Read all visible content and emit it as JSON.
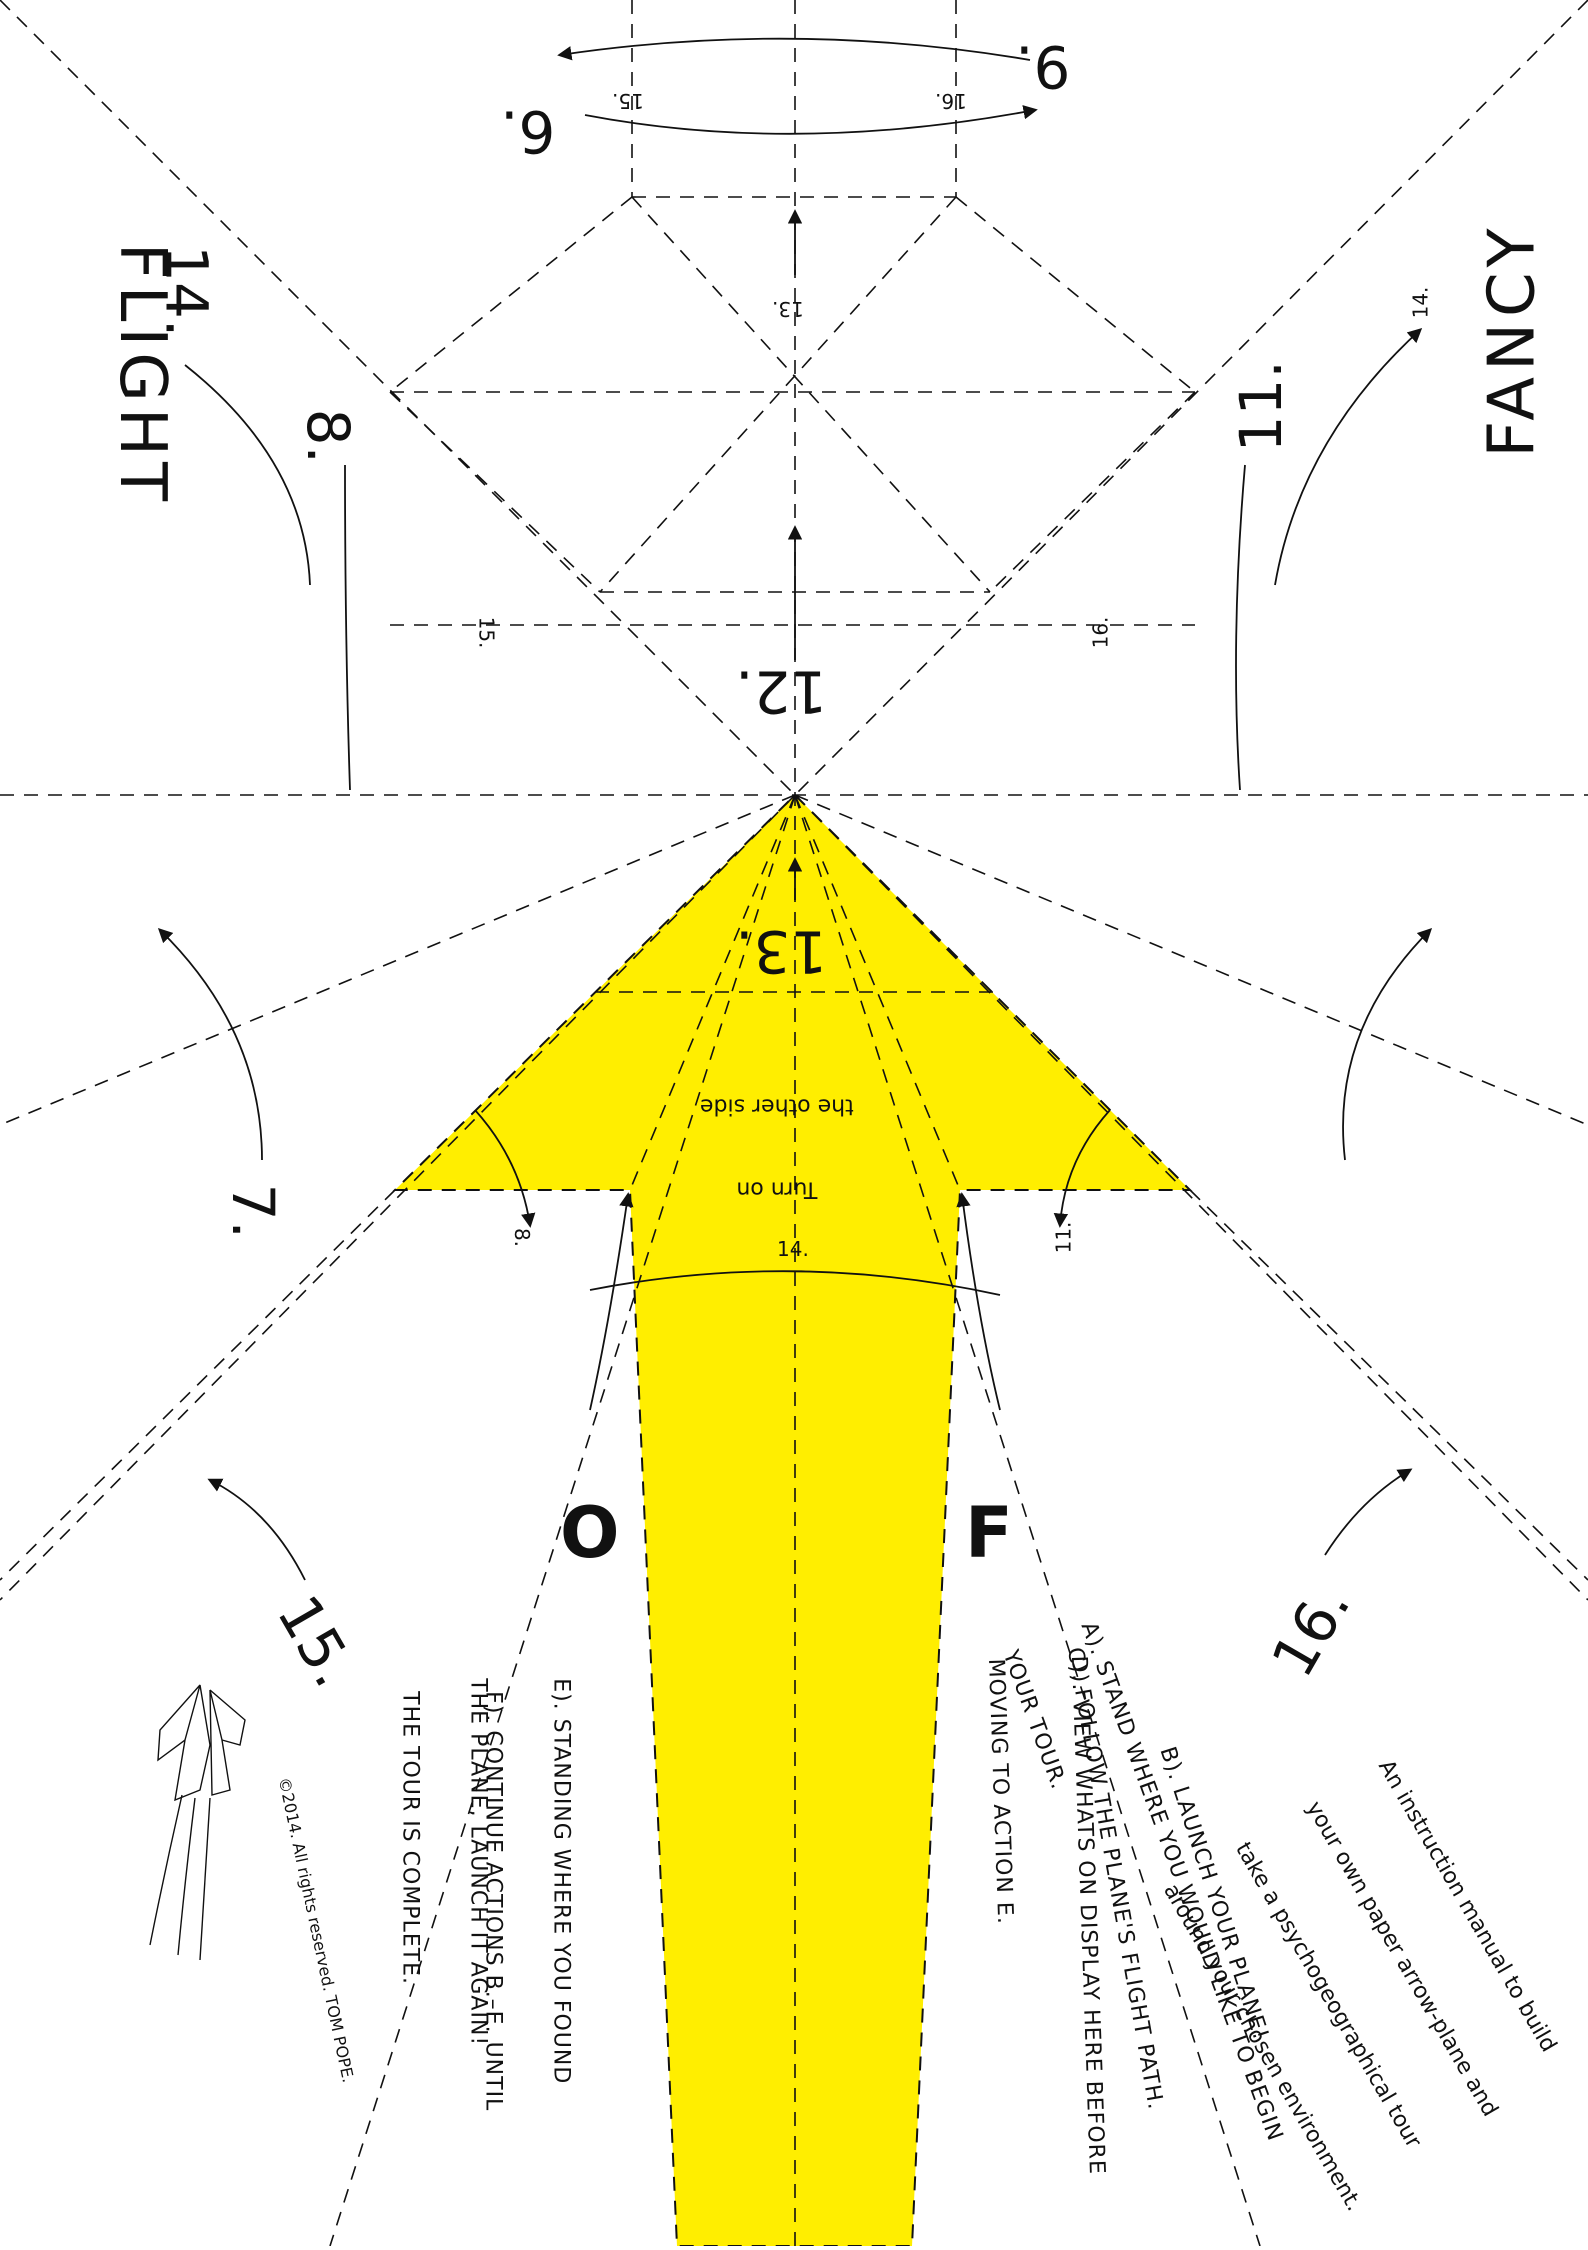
{
  "title": {
    "left": "FLIGHT",
    "right": "FANCY"
  },
  "letters": {
    "left": "O",
    "right": "F"
  },
  "center_note": {
    "line1": "Turn on",
    "line2": "the other side"
  },
  "numbers": {
    "n6": "6.",
    "n9": "9.",
    "n15_top": "15.",
    "n16_top": "16.",
    "n13_top": "13.",
    "n13_yellow": "13.",
    "n12": "12.",
    "n8": "8.",
    "n11": "11.",
    "n14_left": "14.",
    "n14_right": "14.",
    "n15_mid": "15.",
    "n16_mid": "16.",
    "n7": "7.",
    "n8_small": "8.",
    "n11_small": "11.",
    "n14_center": "14.",
    "n15_big": "15.",
    "n16_big": "16."
  },
  "steps": {
    "a": "A). STAND WHERE YOU WOULD LIKE TO BEGIN",
    "a2": "YOUR TOUR.",
    "b": "B). LAUNCH YOUR PLANE!",
    "c": "C). FOLLOW THE PLANE'S FLIGHT PATH.",
    "d": "D). VIEW WHATS ON DISPLAY HERE BEFORE",
    "d2": "MOVING TO ACTION E.",
    "e": "E). STANDING WHERE YOU FOUND",
    "e2": "THE PLANE, LAUNCH IT AGAIN!",
    "f": "F). CONTINUE ACTIONS B.–E. UNTIL",
    "f2": "THE TOUR IS COMPLETE."
  },
  "intro": {
    "line1": "An instruction manual to build",
    "line2": "your own paper arrow-plane and",
    "line3": "take a psychogeographical tour",
    "line4": "around your chosen environment."
  },
  "copyright": "©2014. All rights reserved. TOM POPE.",
  "colors": {
    "accent": "#ffee00",
    "ink": "#111111"
  }
}
